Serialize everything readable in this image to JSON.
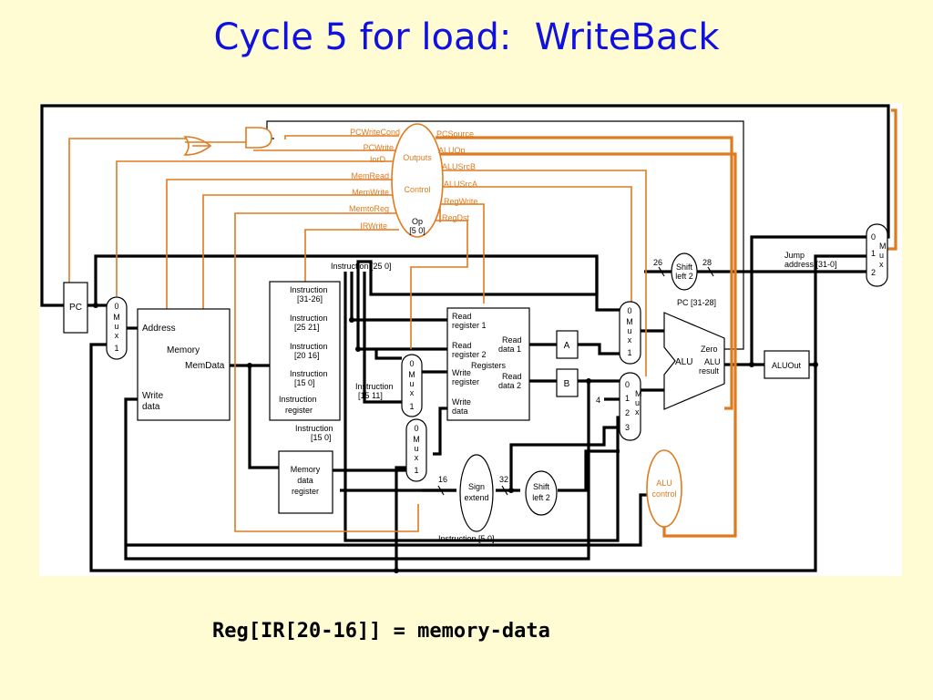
{
  "slide": {
    "title": "Cycle 5 for load:  WriteBack",
    "caption": "Reg[IR[20-16]] = memory-data"
  },
  "control_signals": {
    "left": [
      "PCWriteCond",
      "PCWrite",
      "IorD",
      "MemRead",
      "MemWrite",
      "MemtoReg",
      "IRWrite"
    ],
    "right": [
      "PCSource",
      "ALUOp",
      "ALUSrcB",
      "ALUSrcA",
      "RegWrite",
      "RegDst"
    ],
    "control_unit": {
      "top": "Outputs",
      "middle": "Control",
      "op": "Op",
      "op_bits": "[5   0]"
    }
  },
  "units": {
    "pc": "PC",
    "memory": {
      "address": "Address",
      "name": "Memory",
      "memdata": "MemData",
      "write": "Write",
      "data": "data"
    },
    "instruction_register": {
      "lines": [
        "Instruction",
        "[31-26]",
        "Instruction",
        "[25   21]",
        "Instruction",
        "[20   16]",
        "Instruction",
        "[15   0]",
        "Instruction",
        "register"
      ]
    },
    "mdr": {
      "lines": [
        "Memory",
        "data",
        "register"
      ]
    },
    "registers": {
      "read_reg1": [
        "Read",
        "register 1"
      ],
      "read_reg2": [
        "Read",
        "register 2"
      ],
      "write_reg": [
        "Write",
        "register"
      ],
      "write_data": [
        "Write",
        "data"
      ],
      "read_data1": [
        "Read",
        "data 1"
      ],
      "read_data2": [
        "Read",
        "data 2"
      ],
      "name": "Registers"
    },
    "a": "A",
    "b": "B",
    "alu": {
      "name": "ALU",
      "zero": "Zero",
      "result1": "ALU",
      "result2": "result"
    },
    "aluout": "ALUOut",
    "alu_control": [
      "ALU",
      "control"
    ],
    "sign_extend": [
      "Sign",
      "extend"
    ],
    "shift_left_2_low": [
      "Shift",
      "left 2"
    ],
    "shift_left_2_jump": [
      "Shift",
      "left 2"
    ],
    "mux_letters": [
      "M",
      "u",
      "x"
    ]
  },
  "labels": {
    "instr_25_0": "Instruction [25   0]",
    "instr_15_11": [
      "Instruction",
      "[15   11]"
    ],
    "instr_15_0": [
      "Instruction",
      "[15   0]"
    ],
    "instr_5_0": "Instruction [5   0]",
    "jump_address": [
      "Jump",
      "address [31-0]"
    ],
    "pc_31_28": "PC [31-28]",
    "bits_26": "26",
    "bits_28": "28",
    "bits_16": "16",
    "bits_32": "32",
    "const_4": "4",
    "mux_inputs": {
      "zero": "0",
      "one": "1",
      "two": "2",
      "three": "3"
    }
  }
}
